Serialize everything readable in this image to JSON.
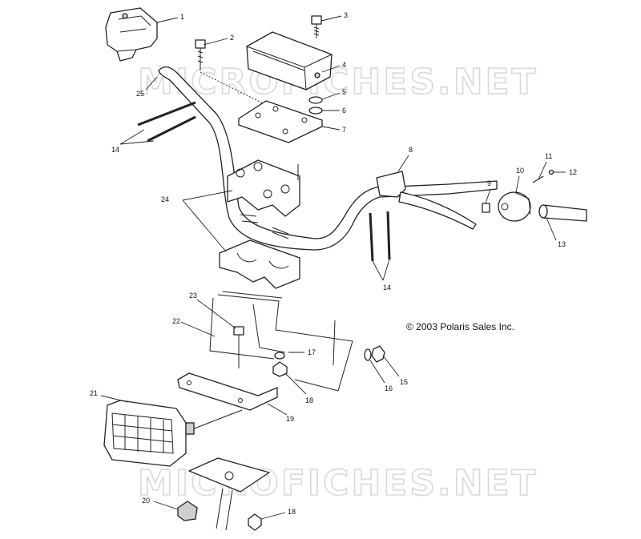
{
  "watermark": "MICROFICHES.NET",
  "copyright": "© 2003 Polaris Sales Inc.",
  "callouts": [
    {
      "id": "c1",
      "text": "1"
    },
    {
      "id": "c2",
      "text": "2"
    },
    {
      "id": "c3",
      "text": "3"
    },
    {
      "id": "c4",
      "text": "4"
    },
    {
      "id": "c5",
      "text": "5"
    },
    {
      "id": "c6",
      "text": "6"
    },
    {
      "id": "c7",
      "text": "7"
    },
    {
      "id": "c8",
      "text": "8"
    },
    {
      "id": "c9",
      "text": "9"
    },
    {
      "id": "c10",
      "text": "10"
    },
    {
      "id": "c11",
      "text": "11"
    },
    {
      "id": "c12",
      "text": "12"
    },
    {
      "id": "c13",
      "text": "13"
    },
    {
      "id": "c14a",
      "text": "14"
    },
    {
      "id": "c14b",
      "text": "14"
    },
    {
      "id": "c15",
      "text": "15"
    },
    {
      "id": "c16",
      "text": "16"
    },
    {
      "id": "c17",
      "text": "17"
    },
    {
      "id": "c18a",
      "text": "18"
    },
    {
      "id": "c18b",
      "text": "18"
    },
    {
      "id": "c19",
      "text": "19"
    },
    {
      "id": "c20",
      "text": "20"
    },
    {
      "id": "c21",
      "text": "21"
    },
    {
      "id": "c22",
      "text": "22"
    },
    {
      "id": "c23",
      "text": "23"
    },
    {
      "id": "c24",
      "text": "24"
    },
    {
      "id": "c25",
      "text": "25"
    }
  ]
}
